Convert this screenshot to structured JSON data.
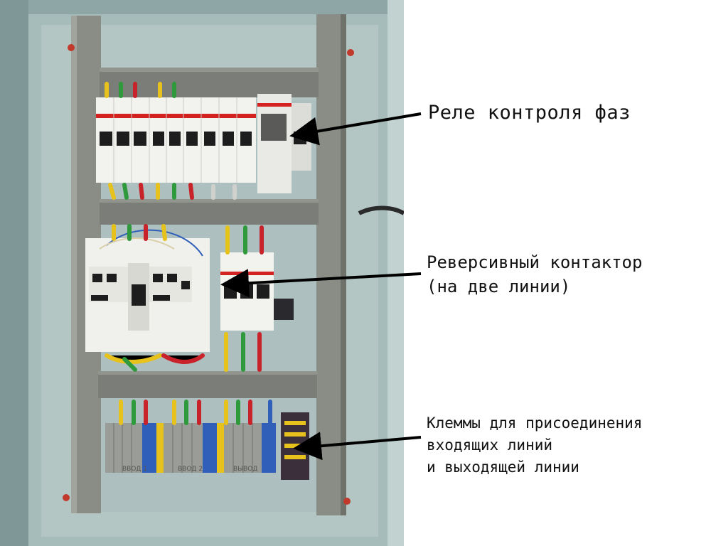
{
  "annotations": {
    "phase_relay": "Реле контроля фаз",
    "reversing_contactor": [
      "Реверсивный контактор",
      "(на две линии)"
    ],
    "terminals": [
      "Клеммы для присоединения",
      "входящих линий",
      "и выходящей линии"
    ]
  },
  "terminal_labels": [
    "ВВОД 1",
    "ВВОД 2",
    "ВЫВОД"
  ],
  "colors": {
    "enclosure": "#9fb6b5",
    "din_rail": "#7b7d78",
    "device": "#f2f2ef",
    "brand_red": "#d3221f",
    "wire_yellow": "#e8c21c",
    "wire_green": "#2f9a3c",
    "wire_red": "#c8232a",
    "terminal_blue": "#2f5fb8",
    "terminal_grey": "#9a9c97"
  }
}
